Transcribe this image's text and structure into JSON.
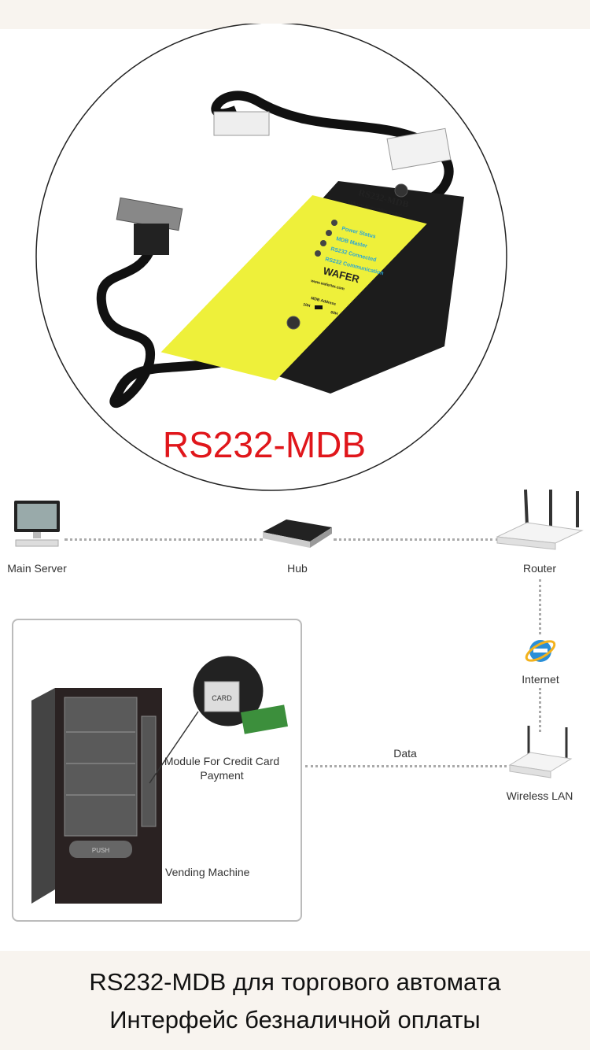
{
  "product": {
    "title": "RS232-MDB",
    "label_title": "RS232-MDB",
    "label_subtitle": "Link your pc to vending machine",
    "leds": [
      "Power Status",
      "MDB Master",
      "RS232 Connected",
      "RS232 Communication"
    ],
    "brand": "WAFER",
    "website": "www.wafertar.com",
    "address_label": "MDB Address",
    "address_low": "10H",
    "address_high": "60H"
  },
  "diagram": {
    "main_server": "Main Server",
    "hub": "Hub",
    "router": "Router",
    "internet": "Internet",
    "wireless_lan": "Wireless LAN",
    "data": "Data",
    "module": "Module For Credit Card Payment",
    "card": "CARD",
    "vending_machine": "Vending Machine",
    "push": "PUSH"
  },
  "caption": {
    "line1": "RS232-MDB для торгового автомата",
    "line2": "Интерфейс безналичной оплаты"
  },
  "colors": {
    "title_red": "#e0161b",
    "label_yellow": "#eef03a",
    "band": "#f8f4ef"
  }
}
